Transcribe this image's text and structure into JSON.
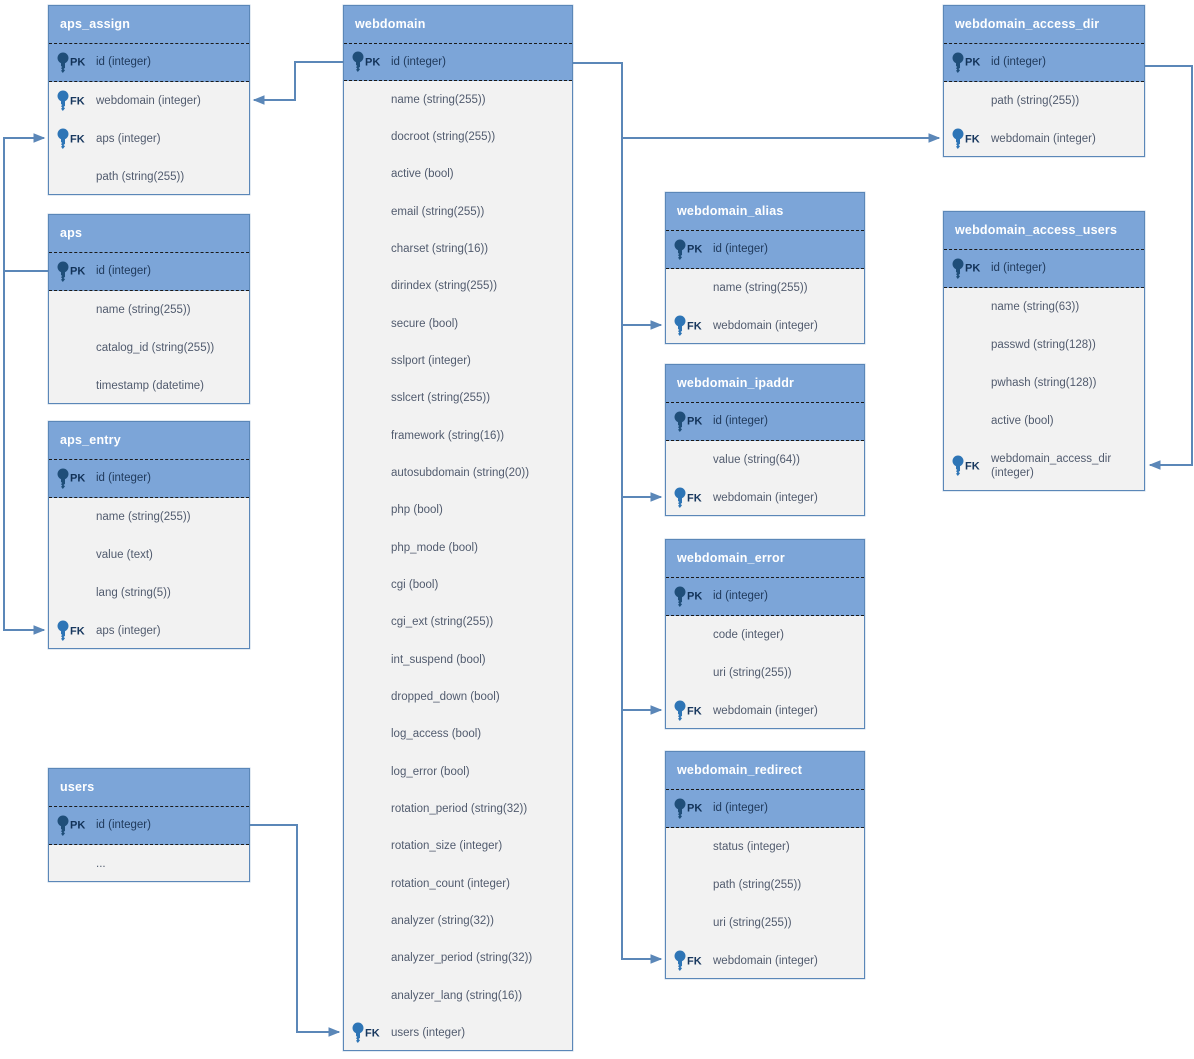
{
  "diagram": {
    "type": "entity-relationship",
    "colors": {
      "header_blue": "#7CA5D8",
      "body_background": "#F2F2F2",
      "border_blue": "#5B87B8",
      "connector_blue": "#5B87B8",
      "pk_key_icon": "#1F4E79",
      "fk_key_icon": "#2E75B6"
    },
    "tables": {
      "aps_assign": {
        "title": "aps_assign",
        "rows": [
          {
            "key": "PK",
            "label": "id (integer)"
          },
          {
            "key": "FK",
            "label": "webdomain (integer)"
          },
          {
            "key": "FK",
            "label": "aps (integer)"
          },
          {
            "key": "",
            "label": "path (string(255))"
          }
        ]
      },
      "aps": {
        "title": "aps",
        "rows": [
          {
            "key": "PK",
            "label": "id (integer)"
          },
          {
            "key": "",
            "label": "name (string(255))"
          },
          {
            "key": "",
            "label": "catalog_id (string(255))"
          },
          {
            "key": "",
            "label": "timestamp (datetime)"
          }
        ]
      },
      "aps_entry": {
        "title": "aps_entry",
        "rows": [
          {
            "key": "PK",
            "label": "id (integer)"
          },
          {
            "key": "",
            "label": "name (string(255))"
          },
          {
            "key": "",
            "label": "value (text)"
          },
          {
            "key": "",
            "label": "lang (string(5))"
          },
          {
            "key": "FK",
            "label": "aps (integer)"
          }
        ]
      },
      "users": {
        "title": "users",
        "rows": [
          {
            "key": "PK",
            "label": "id (integer)"
          },
          {
            "key": "",
            "label": "..."
          }
        ]
      },
      "webdomain": {
        "title": "webdomain",
        "rows": [
          {
            "key": "PK",
            "label": "id (integer)"
          },
          {
            "key": "",
            "label": "name (string(255))"
          },
          {
            "key": "",
            "label": "docroot (string(255))"
          },
          {
            "key": "",
            "label": "active (bool)"
          },
          {
            "key": "",
            "label": "email (string(255))"
          },
          {
            "key": "",
            "label": "charset (string(16))"
          },
          {
            "key": "",
            "label": "dirindex (string(255))"
          },
          {
            "key": "",
            "label": "secure (bool)"
          },
          {
            "key": "",
            "label": "sslport (integer)"
          },
          {
            "key": "",
            "label": "sslcert (string(255))"
          },
          {
            "key": "",
            "label": "framework (string(16))"
          },
          {
            "key": "",
            "label": "autosubdomain (string(20))"
          },
          {
            "key": "",
            "label": "php (bool)"
          },
          {
            "key": "",
            "label": "php_mode (bool)"
          },
          {
            "key": "",
            "label": "cgi (bool)"
          },
          {
            "key": "",
            "label": "cgi_ext (string(255))"
          },
          {
            "key": "",
            "label": "int_suspend (bool)"
          },
          {
            "key": "",
            "label": "dropped_down (bool)"
          },
          {
            "key": "",
            "label": "log_access (bool)"
          },
          {
            "key": "",
            "label": "log_error (bool)"
          },
          {
            "key": "",
            "label": "rotation_period (string(32))"
          },
          {
            "key": "",
            "label": "rotation_size (integer)"
          },
          {
            "key": "",
            "label": "rotation_count (integer)"
          },
          {
            "key": "",
            "label": "analyzer (string(32))"
          },
          {
            "key": "",
            "label": "analyzer_period (string(32))"
          },
          {
            "key": "",
            "label": "analyzer_lang (string(16))"
          },
          {
            "key": "FK",
            "label": "users (integer)"
          }
        ]
      },
      "webdomain_alias": {
        "title": "webdomain_alias",
        "rows": [
          {
            "key": "PK",
            "label": "id (integer)"
          },
          {
            "key": "",
            "label": "name (string(255))"
          },
          {
            "key": "FK",
            "label": "webdomain (integer)"
          }
        ]
      },
      "webdomain_ipaddr": {
        "title": "webdomain_ipaddr",
        "rows": [
          {
            "key": "PK",
            "label": "id (integer)"
          },
          {
            "key": "",
            "label": "value (string(64))"
          },
          {
            "key": "FK",
            "label": "webdomain (integer)"
          }
        ]
      },
      "webdomain_error": {
        "title": "webdomain_error",
        "rows": [
          {
            "key": "PK",
            "label": "id (integer)"
          },
          {
            "key": "",
            "label": "code (integer)"
          },
          {
            "key": "",
            "label": "uri (string(255))"
          },
          {
            "key": "FK",
            "label": "webdomain (integer)"
          }
        ]
      },
      "webdomain_redirect": {
        "title": "webdomain_redirect",
        "rows": [
          {
            "key": "PK",
            "label": "id (integer)"
          },
          {
            "key": "",
            "label": "status (integer)"
          },
          {
            "key": "",
            "label": "path (string(255))"
          },
          {
            "key": "",
            "label": "uri (string(255))"
          },
          {
            "key": "FK",
            "label": "webdomain (integer)"
          }
        ]
      },
      "webdomain_access_dir": {
        "title": "webdomain_access_dir",
        "rows": [
          {
            "key": "PK",
            "label": "id (integer)"
          },
          {
            "key": "",
            "label": "path (string(255))"
          },
          {
            "key": "FK",
            "label": "webdomain (integer)"
          }
        ]
      },
      "webdomain_access_users": {
        "title": "webdomain_access_users",
        "rows": [
          {
            "key": "PK",
            "label": "id (integer)"
          },
          {
            "key": "",
            "label": "name (string(63))"
          },
          {
            "key": "",
            "label": "passwd (string(128))"
          },
          {
            "key": "",
            "label": "pwhash (string(128))"
          },
          {
            "key": "",
            "label": "active (bool)"
          },
          {
            "key": "FK",
            "label": "webdomain_access_dir (integer)",
            "tall": true
          }
        ]
      }
    },
    "relationships": [
      {
        "from": "webdomain.id",
        "to": "aps_assign.webdomain"
      },
      {
        "from": "aps.id",
        "to": "aps_assign.aps"
      },
      {
        "from": "aps.id",
        "to": "aps_entry.aps"
      },
      {
        "from": "users.id",
        "to": "webdomain.users"
      },
      {
        "from": "webdomain.id",
        "to": "webdomain_access_dir.webdomain"
      },
      {
        "from": "webdomain.id",
        "to": "webdomain_alias.webdomain"
      },
      {
        "from": "webdomain.id",
        "to": "webdomain_ipaddr.webdomain"
      },
      {
        "from": "webdomain.id",
        "to": "webdomain_error.webdomain"
      },
      {
        "from": "webdomain.id",
        "to": "webdomain_redirect.webdomain"
      },
      {
        "from": "webdomain_access_dir.id",
        "to": "webdomain_access_users.webdomain_access_dir"
      }
    ]
  }
}
